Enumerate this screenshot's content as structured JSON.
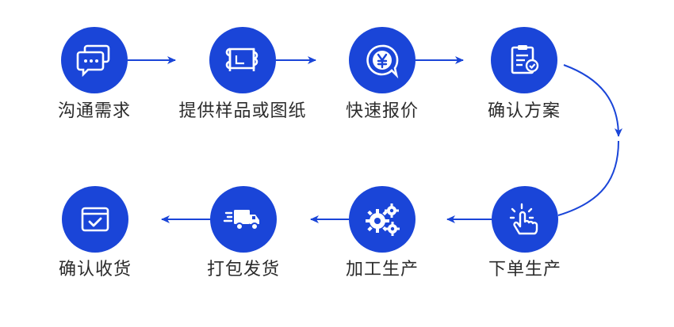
{
  "colors": {
    "accent": "#1a45d8",
    "text": "#2b2b2b",
    "background": "#ffffff"
  },
  "steps": [
    {
      "label": "沟通需求",
      "icon": "chat-bubbles-icon"
    },
    {
      "label": "提供样品或图纸",
      "icon": "blueprint-scroll-icon"
    },
    {
      "label": "快速报价",
      "icon": "yuan-price-icon"
    },
    {
      "label": "确认方案",
      "icon": "clipboard-check-icon"
    },
    {
      "label": "下单生产",
      "icon": "tap-finger-icon"
    },
    {
      "label": "加工生产",
      "icon": "gears-icon"
    },
    {
      "label": "打包发货",
      "icon": "delivery-truck-icon"
    },
    {
      "label": "确认收货",
      "icon": "box-check-icon"
    }
  ]
}
